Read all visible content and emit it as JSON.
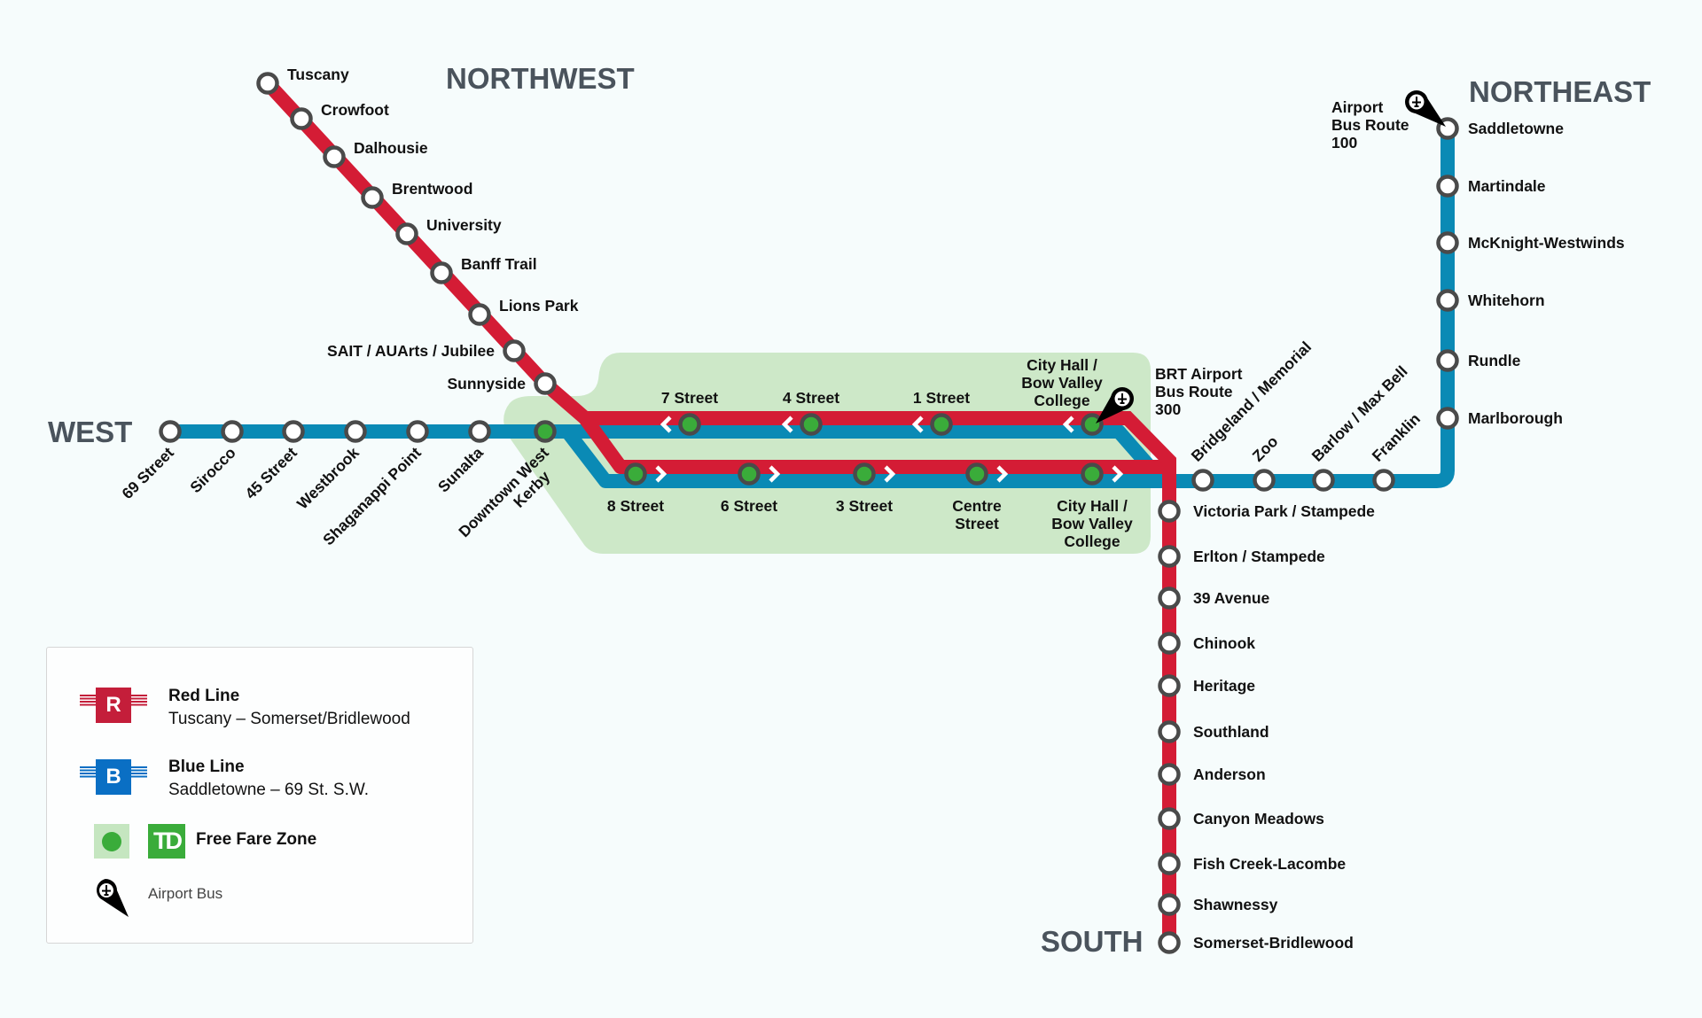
{
  "title": "CTrain Network Map",
  "regions": {
    "northwest": "NORTHWEST",
    "northeast": "NORTHEAST",
    "west": "WEST",
    "south": "SOUTH"
  },
  "colors": {
    "red_line": "#d41c35",
    "blue_line": "#0a8ab5",
    "free_fare_zone": "#cde8c8",
    "free_fare_station": "#3aac3a",
    "station_outline": "#4a4a4a",
    "station_fill": "#ffffff",
    "region_text": "#4a535c",
    "td_green": "#3aac3a",
    "legend_blue": "#0a6fc4",
    "legend_red": "#c41e3a"
  },
  "lines": {
    "red": {
      "name": "Red Line",
      "termini": "Tuscany – Somerset/Bridlewood",
      "northwest_stations": [
        "Tuscany",
        "Crowfoot",
        "Dalhousie",
        "Brentwood",
        "University",
        "Banff Trail",
        "Lions Park",
        "SAIT / AUArts / Jubilee",
        "Sunnyside"
      ],
      "south_stations": [
        "Victoria Park / Stampede",
        "Erlton / Stampede",
        "39 Avenue",
        "Chinook",
        "Heritage",
        "Southland",
        "Anderson",
        "Canyon Meadows",
        "Fish Creek-Lacombe",
        "Shawnessy",
        "Somerset-Bridlewood"
      ]
    },
    "blue": {
      "name": "Blue Line",
      "termini": "Saddletowne – 69 St. S.W.",
      "west_stations": [
        "69 Street",
        "Sirocco",
        "45 Street",
        "Westbrook",
        "Shaganappi Point",
        "Sunalta",
        "Downtown West Kerby"
      ],
      "west_label_lines": [
        [
          "69 Street"
        ],
        [
          "Sirocco"
        ],
        [
          "45 Street"
        ],
        [
          "Westbrook"
        ],
        [
          "Shaganappi Point"
        ],
        [
          "Sunalta"
        ],
        [
          "Downtown West",
          "Kerby"
        ]
      ],
      "east_stations": [
        "Bridgeland / Memorial",
        "Zoo",
        "Barlow / Max Bell",
        "Franklin"
      ],
      "northeast_stations": [
        "Saddletowne",
        "Martindale",
        "McKnight-Westwinds",
        "Whitehorn",
        "Rundle",
        "Marlborough"
      ]
    }
  },
  "downtown": {
    "westbound_stations": [
      {
        "name": "7 Street",
        "lines": [
          "7 Street"
        ]
      },
      {
        "name": "4 Street",
        "lines": [
          "4 Street"
        ]
      },
      {
        "name": "1 Street",
        "lines": [
          "1 Street"
        ]
      },
      {
        "name": "City Hall / Bow Valley College",
        "lines": [
          "City Hall /",
          "Bow Valley",
          "College"
        ]
      }
    ],
    "eastbound_stations": [
      {
        "name": "8 Street",
        "lines": [
          "8 Street"
        ]
      },
      {
        "name": "6 Street",
        "lines": [
          "6 Street"
        ]
      },
      {
        "name": "3 Street",
        "lines": [
          "3 Street"
        ]
      },
      {
        "name": "Centre Street",
        "lines": [
          "Centre",
          "Street"
        ]
      },
      {
        "name": "City Hall / Bow Valley College",
        "lines": [
          "City Hall /",
          "Bow Valley",
          "College"
        ]
      }
    ]
  },
  "airport_bus": {
    "northeast_label": [
      "Airport",
      "Bus Route",
      "100"
    ],
    "downtown_label": [
      "BRT Airport",
      "Bus Route",
      "300"
    ]
  },
  "legend": {
    "red": {
      "badge": "R",
      "title": "Red Line",
      "subtitle": "Tuscany – Somerset/Bridlewood"
    },
    "blue": {
      "badge": "B",
      "title": "Blue Line",
      "subtitle": "Saddletowne – 69 St. S.W."
    },
    "free_fare": {
      "badge": "TD",
      "title": "Free Fare Zone"
    },
    "airport": {
      "title": "Airport Bus"
    }
  }
}
